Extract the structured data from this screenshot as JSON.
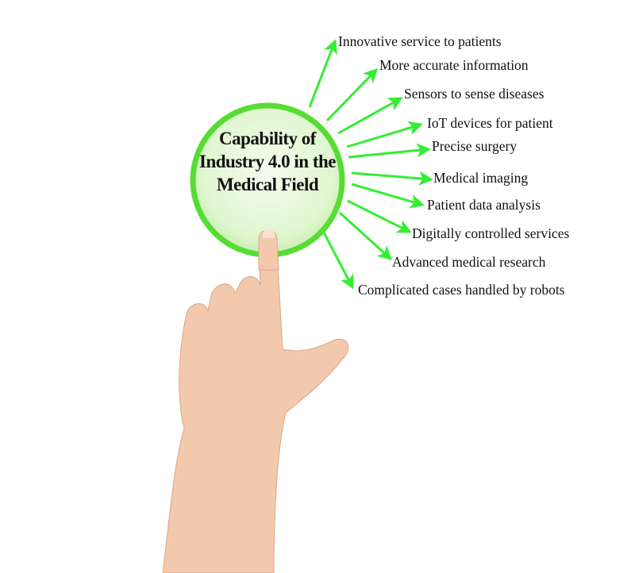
{
  "center": {
    "title": "Capability of Industry 4.0 in the Medical Field"
  },
  "colors": {
    "arrow": "#33ee33",
    "circle_fill": "#e4f8d8",
    "circle_border": "#55dd33",
    "skin": "#f2c9ac"
  },
  "capabilities": [
    "Innovative service to patients",
    "More accurate information",
    "Sensors to sense diseases",
    "IoT devices for patient",
    "Precise surgery",
    "Medical imaging",
    "Patient data analysis",
    "Digitally controlled services",
    "Advanced medical research",
    "Complicated cases handled by robots"
  ]
}
